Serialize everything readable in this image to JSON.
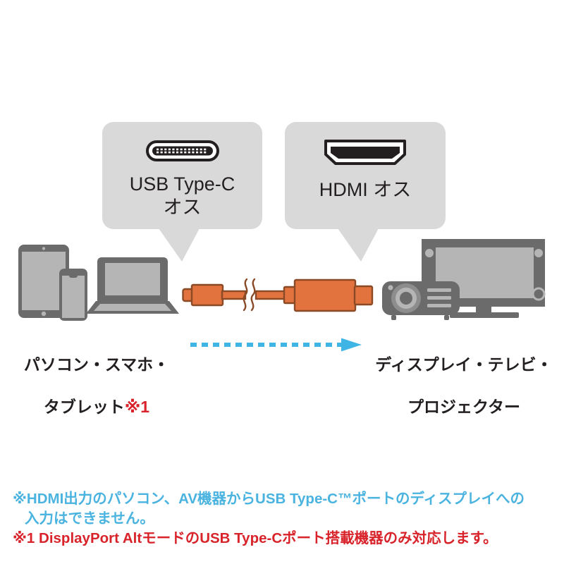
{
  "page": {
    "background_color": "#ffffff",
    "title": "USB Type-C to HDMI cable connection diagram"
  },
  "colors": {
    "bubble_gray": "#d9d9d9",
    "device_gray": "#6b6b6b",
    "screen_gray": "#b5b5b5",
    "cable_orange": "#e2733f",
    "cable_outline": "#8a4a26",
    "arrow_blue": "#3fb5e5",
    "note_blue": "#4ab3e0",
    "note_red": "#d8232a",
    "text_black": "#231f20"
  },
  "callouts": [
    {
      "id": "usb-type-c",
      "icon": "usb-type-c-connector-icon",
      "label": "USB Type-C\nオス",
      "label_line1": "USB Type-C",
      "label_line2": "オス"
    },
    {
      "id": "hdmi",
      "icon": "hdmi-connector-icon",
      "label": "HDMI オス",
      "label_line1": "HDMI オス",
      "label_line2": ""
    }
  ],
  "devices": {
    "source": {
      "caption": "パソコン・スマホ・\nタブレット",
      "caption_line1": "パソコン・スマホ・",
      "caption_line2": "タブレット",
      "reference_mark": "※1",
      "icons": [
        "tablet-icon",
        "smartphone-icon",
        "laptop-icon"
      ]
    },
    "destination": {
      "caption": "ディスプレイ・テレビ・\nプロジェクター",
      "caption_line1": "ディスプレイ・テレビ・",
      "caption_line2": "プロジェクター",
      "reference_mark": "",
      "icons": [
        "projector-icon",
        "display-tv-icon"
      ]
    }
  },
  "cable": {
    "name": "usb-c-to-hdmi-cable",
    "left_connector": "usb-type-c-plug",
    "right_connector": "hdmi-plug",
    "break_symbol": "cable-break-squiggle"
  },
  "flow_arrow": {
    "name": "signal-direction-arrow",
    "style": "dashed",
    "direction": "left-to-right"
  },
  "notes": {
    "line1": "※HDMI出力のパソコン、AV機器からUSB Type-C™ポートのディスプレイへの",
    "line2": "入力はできません。",
    "line3": "※1 DisplayPort AltモードのUSB Type-Cポート搭載機器のみ対応します。"
  }
}
